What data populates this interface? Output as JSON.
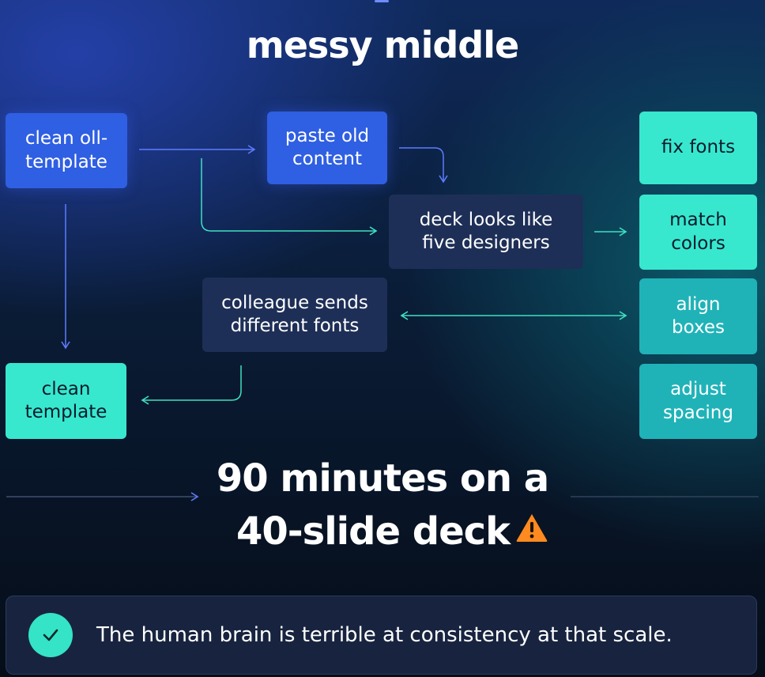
{
  "title": "messy middle",
  "nodes": {
    "clean_oll_template": "clean oll-\ntemplate",
    "paste_old_content": "paste old\ncontent",
    "deck_looks_like": "deck looks like\nfive designers",
    "colleague_sends": "colleague sends\ndifferent fonts",
    "clean_template": "clean\ntemplate",
    "fix_fonts": "fix fonts",
    "match_colors": "match\ncolors",
    "align_boxes": "align\nboxes",
    "adjust_spacing": "adjust\nspacing"
  },
  "headline": {
    "line1": "90 minutes on a",
    "line2": "40-slide deck"
  },
  "callout": {
    "text": "The human brain is terrible at consistency at that scale."
  },
  "colors": {
    "blue_node": "#2f5fe2",
    "navy_node": "#1e2f57",
    "mint_node": "#37e8cf",
    "teal_node": "#1fb3b8",
    "arrow_blue": "#5d7cff",
    "arrow_teal": "#3fe0c0",
    "warning": "#ff8a1f",
    "check": "#35e3c6"
  },
  "icons": {
    "warning": "warning-triangle-icon",
    "check": "check-circle-icon"
  }
}
